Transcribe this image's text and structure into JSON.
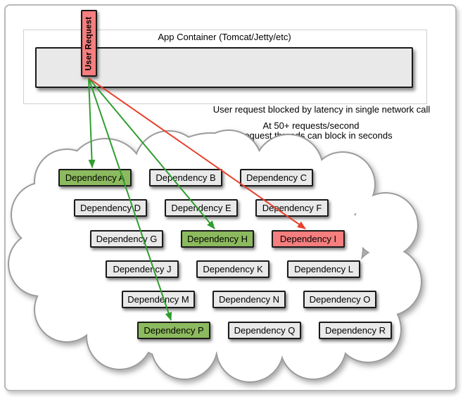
{
  "app_container": {
    "label": "App Container (Tomcat/Jetty/etc)"
  },
  "user_request": {
    "label": "User Request"
  },
  "notes": {
    "blocked": "User request blocked by latency in single network call",
    "rate": "At 50+ requests/second",
    "threads": "all request threads can block in seconds"
  },
  "dependencies": [
    {
      "id": "A",
      "label": "Dependency A",
      "status": "ok"
    },
    {
      "id": "B",
      "label": "Dependency B",
      "status": "idle"
    },
    {
      "id": "C",
      "label": "Dependency C",
      "status": "idle"
    },
    {
      "id": "D",
      "label": "Dependency D",
      "status": "idle"
    },
    {
      "id": "E",
      "label": "Dependency E",
      "status": "idle"
    },
    {
      "id": "F",
      "label": "Dependency F",
      "status": "idle"
    },
    {
      "id": "G",
      "label": "Dependency G",
      "status": "idle"
    },
    {
      "id": "H",
      "label": "Dependency H",
      "status": "ok"
    },
    {
      "id": "I",
      "label": "Dependency I",
      "status": "blocked"
    },
    {
      "id": "J",
      "label": "Dependency J",
      "status": "idle"
    },
    {
      "id": "K",
      "label": "Dependency K",
      "status": "idle"
    },
    {
      "id": "L",
      "label": "Dependency L",
      "status": "idle"
    },
    {
      "id": "M",
      "label": "Dependency M",
      "status": "idle"
    },
    {
      "id": "N",
      "label": "Dependency N",
      "status": "idle"
    },
    {
      "id": "O",
      "label": "Dependency O",
      "status": "idle"
    },
    {
      "id": "P",
      "label": "Dependency P",
      "status": "ok"
    },
    {
      "id": "Q",
      "label": "Dependency Q",
      "status": "idle"
    },
    {
      "id": "R",
      "label": "Dependency R",
      "status": "idle"
    }
  ],
  "arrows": [
    {
      "from": "user-request",
      "to": "A",
      "status": "ok"
    },
    {
      "from": "user-request",
      "to": "H",
      "status": "ok"
    },
    {
      "from": "user-request",
      "to": "P",
      "status": "ok"
    },
    {
      "from": "user-request",
      "to": "I",
      "status": "blocked"
    }
  ],
  "colors": {
    "ok": "#8cba5e",
    "blocked": "#f57e7e",
    "idle": "#e9e9e9",
    "arrow_ok": "#2f9e2f",
    "arrow_blocked": "#e8412c"
  }
}
